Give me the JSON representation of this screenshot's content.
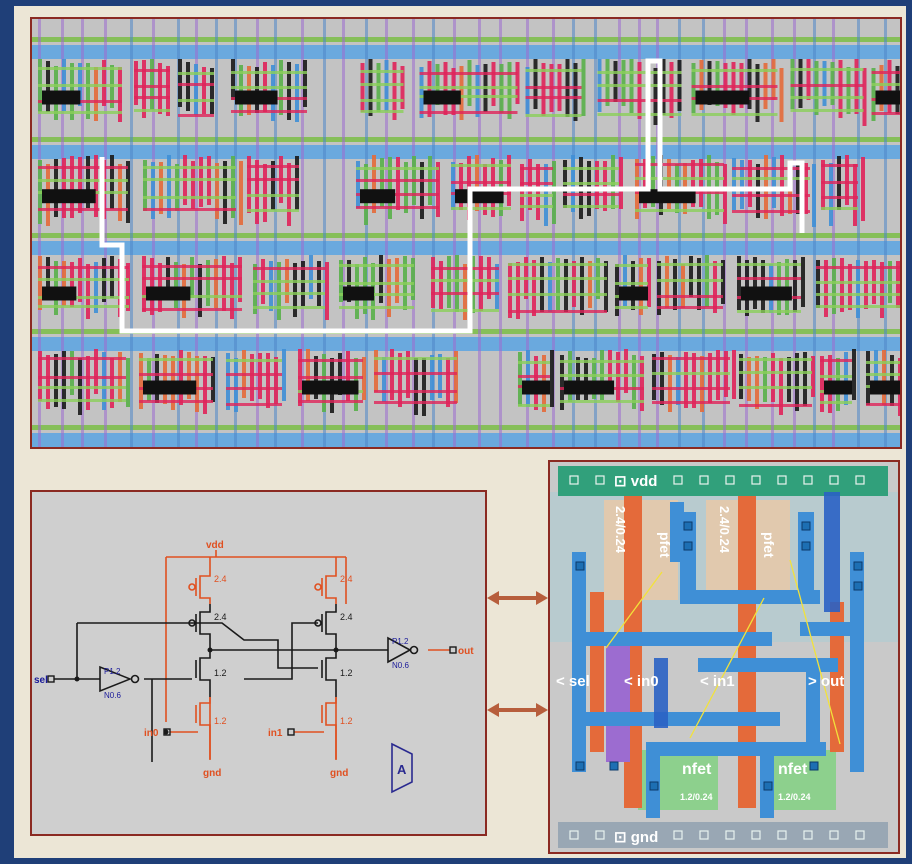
{
  "colors": {
    "background": "#1f3f78",
    "frame": "#ece6d6",
    "panel_border": "#8b2a22",
    "metal1": "#3f8fd6",
    "metal2": "#2a62c4",
    "poly": "#e46a3a",
    "nwell": "#cfe1e6",
    "pmos_label": "#d35a2a",
    "nmos_label": "#e46a3a",
    "schematic_wire": "#111111",
    "schematic_power": "#e05020",
    "arrow": "#b75e3c",
    "route_highlight": "#ffffff"
  },
  "schematic": {
    "vdd_label": "vdd",
    "gnd_left_label": "gnd",
    "gnd_right_label": "gnd",
    "sel_label": "sel",
    "in0_label": "in0",
    "in1_label": "in1",
    "out_label": "out",
    "p1_size": "2.4",
    "p2_size": "2.4",
    "p3_size": "2.4",
    "p4_size": "2.4",
    "n1_size": "1.2",
    "n2_size": "1.2",
    "n3_size": "1.2",
    "n4_size": "1.2",
    "inv_left_p": "P1.2",
    "inv_left_n": "N0.6",
    "inv_right_p": "P1.2",
    "inv_right_n": "N0.6",
    "symbol_letter": "A"
  },
  "cell": {
    "vdd_label": "vdd",
    "gnd_label": "gnd",
    "pfet_label_left": "pfet",
    "pfet_label_right": "pfet",
    "pfet_size_left": "2.4/0.24",
    "pfet_size_right": "2.4/0.24",
    "nfet_label_left": "nfet",
    "nfet_label_right": "nfet",
    "nfet_size_left": "1.2/0.24",
    "nfet_size_right": "1.2/0.24",
    "pin_sel": "< sel",
    "pin_in0": "< in0",
    "pin_in1": "< in1",
    "pin_out": "> out"
  }
}
